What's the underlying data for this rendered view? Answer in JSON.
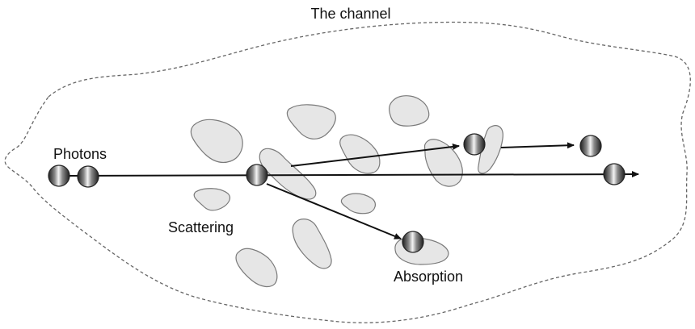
{
  "labels": {
    "channel": "The channel",
    "photons": "Photons",
    "scattering": "Scattering",
    "absorption": "Absorption"
  },
  "colors": {
    "particle_fill": "#e6e6e6",
    "particle_stroke": "#7a7a7a",
    "ray": "#111111",
    "boundary": "#666666"
  }
}
